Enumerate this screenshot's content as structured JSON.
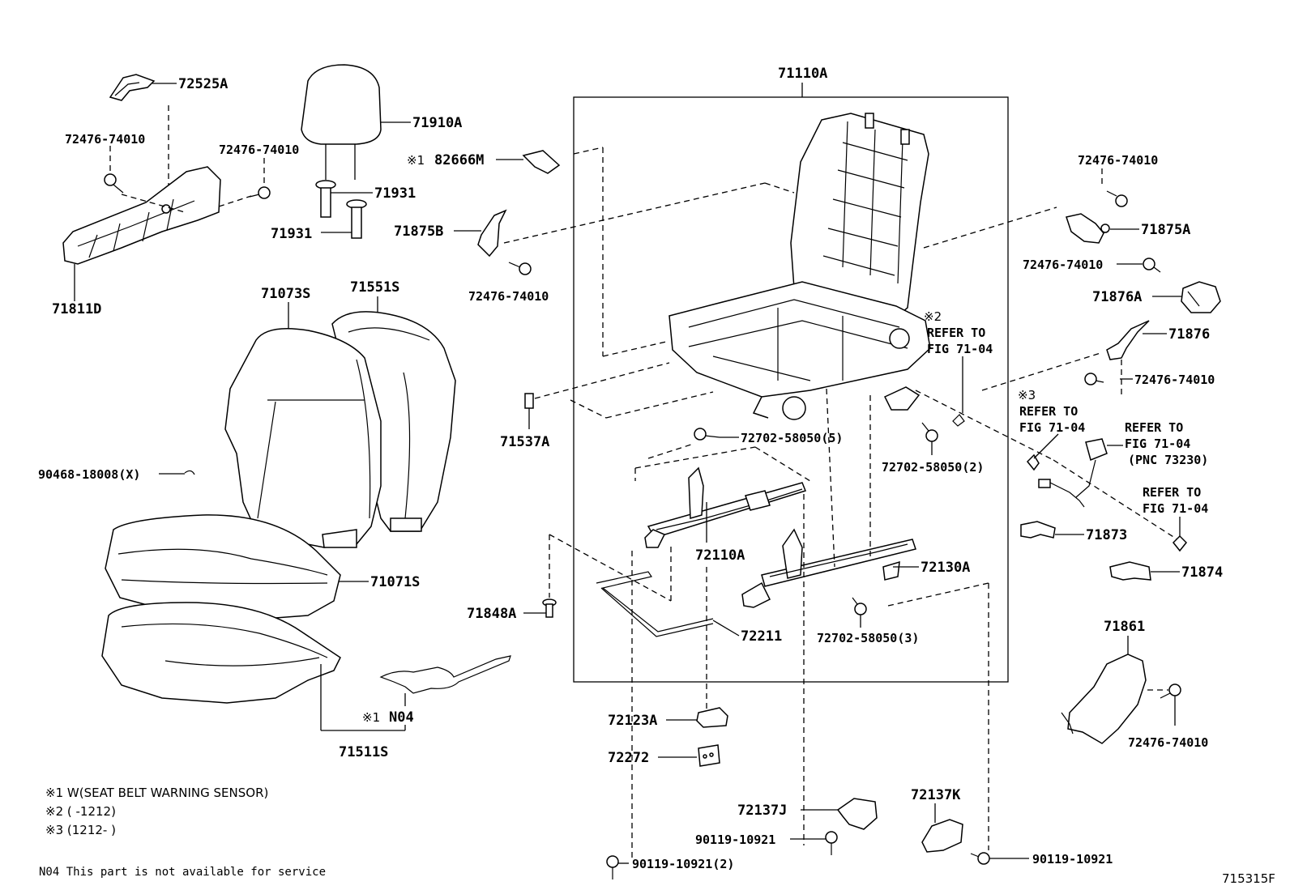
{
  "labels": {
    "p72525A": "72525A",
    "p71910A": "71910A",
    "p72476_74010_a": "72476-74010",
    "p72476_74010_b": "72476-74010",
    "p71931_a": "71931",
    "p71931_b": "71931",
    "p71811D": "71811D",
    "p71073S": "71073S",
    "p71551S": "71551S",
    "p90468": "90468-18008(X)",
    "p71071S": "71071S",
    "p71511S": "71511S",
    "pN04_mark": "※1",
    "pN04": "N04",
    "p71110A": "71110A",
    "p82666M_mark": "※1",
    "p82666M": "82666M",
    "p71875B": "71875B",
    "p72476_74010_c": "72476-74010",
    "p71537A": "71537A",
    "p72702_5": "72702-58050(5)",
    "p72702_2": "72702-58050(2)",
    "p72702_3": "72702-58050(3)",
    "p72110A": "72110A",
    "p72130A": "72130A",
    "p71848A": "71848A",
    "p72211": "72211",
    "p72123A": "72123A",
    "p72272": "72272",
    "p72137J": "72137J",
    "p72137K": "72137K",
    "p90119_a": "90119-10921",
    "p90119_b": "90119-10921(2)",
    "p90119_c": "90119-10921",
    "ref2_mark": "※2",
    "ref2_l1": "REFER TO",
    "ref2_l2": "FIG 71-04",
    "p72476_74010_d": "72476-74010",
    "p71875A": "71875A",
    "p72476_74010_e": "72476-74010",
    "p71876A": "71876A",
    "p71876": "71876",
    "p72476_74010_f": "72476-74010",
    "ref3_mark": "※3",
    "ref3_l1": "REFER TO",
    "ref3_l2": "FIG 71-04",
    "ref4_l1": "REFER TO",
    "ref4_l2": "FIG 71-04",
    "ref4_l3": "(PNC 73230)",
    "ref5_l1": "REFER TO",
    "ref5_l2": "FIG 71-04",
    "p71873": "71873",
    "p71874": "71874",
    "p71861": "71861",
    "p72476_74010_g": "72476-74010"
  },
  "notes": {
    "n1": "※1 W(SEAT BELT WARNING SENSOR)",
    "n2": "※2 (      -1212)",
    "n3": "※3 (1212-      )",
    "n04": "N04  This part is not available for service"
  },
  "figure_code": "715315F"
}
